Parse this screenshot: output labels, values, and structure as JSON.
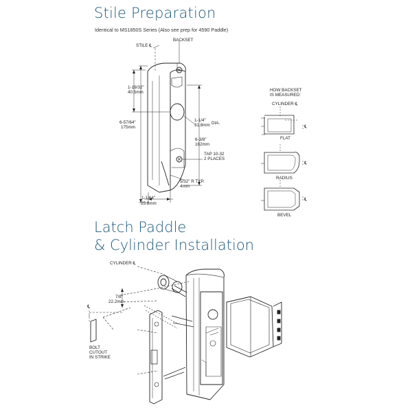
{
  "stile": {
    "title": "Stile Preparation",
    "subtitle": "Identical to MS1850S Series (Also see prep for 4590 Paddle)",
    "labels": {
      "stile_cl": "STILE ℄",
      "backset": "BACKSET",
      "dim1_in": "1-19/32\"",
      "dim1_mm": "40.5mm",
      "dim2_in": "6-57/64\"",
      "dim2_mm": "175mm",
      "dia_in": "1-1/4\"",
      "dia_mm": "31.8mm",
      "dia": "DIA.",
      "dim3_in": "6-3/8\"",
      "dim3_mm": "162mm",
      "tap": "TAP 10-32",
      "places": "2 PLACES",
      "radius_in": "5/32\" R TYP.",
      "radius_mm": "4mm",
      "width_in": "1-1/64\"",
      "width_mm": "25.8mm"
    }
  },
  "backset_info": {
    "heading1": "HOW BACKSET",
    "heading2": "IS MEASURED:",
    "cylinder": "CYLINDER ℄",
    "types": [
      "FLAT",
      "RADIUS",
      "BEVEL"
    ],
    "cl": "℄"
  },
  "install": {
    "title1": "Latch Paddle",
    "title2": "& Cylinder Installation",
    "labels": {
      "cylinder_cl": "CYLINDER ℄",
      "dim_in": "7/8\"",
      "dim_mm": "22.2mm",
      "cl": "℄",
      "bolt1": "BOLT",
      "bolt2": "CUTOUT",
      "bolt3": "IN STRIKE"
    }
  },
  "colors": {
    "title": "#1f5a7a",
    "line": "#222222"
  }
}
